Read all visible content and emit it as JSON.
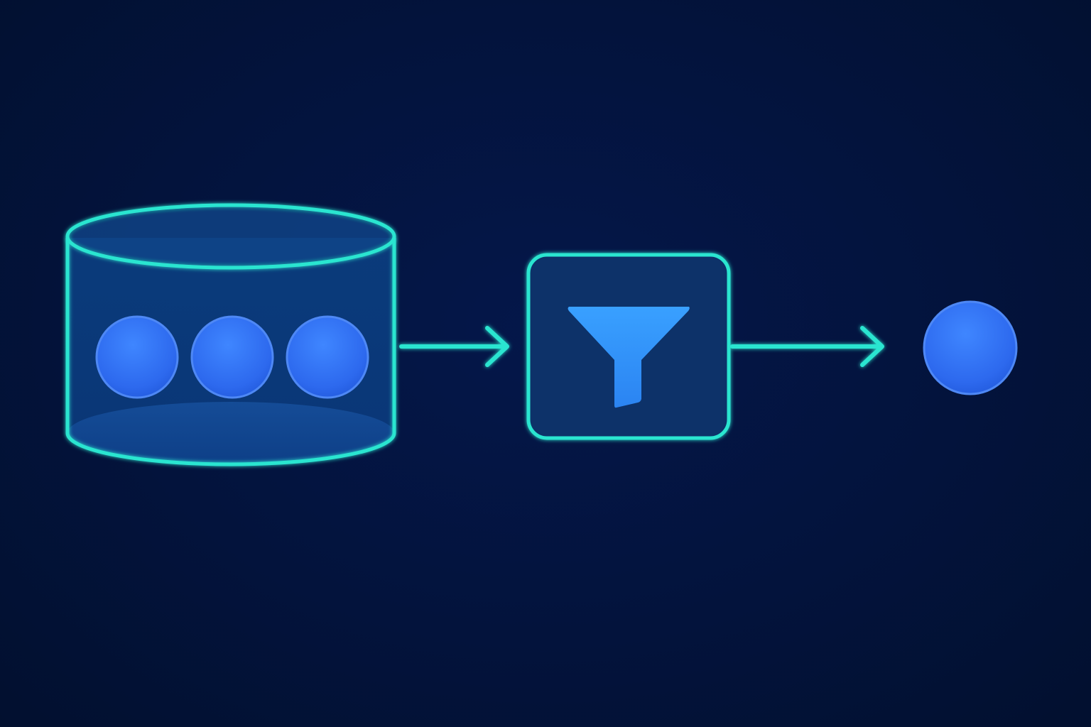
{
  "diagram": {
    "nodes": [
      {
        "id": "database",
        "icon": "database-cylinder-icon",
        "items": 3
      },
      {
        "id": "filter",
        "icon": "funnel-icon"
      },
      {
        "id": "result",
        "icon": "single-item-dot-icon",
        "items": 1
      }
    ],
    "edges": [
      {
        "from": "database",
        "to": "filter",
        "style": "arrow"
      },
      {
        "from": "filter",
        "to": "result",
        "style": "arrow"
      }
    ]
  },
  "colors": {
    "background": "#03133A",
    "outline": "#2CE5D0",
    "container_fill": "#0A3A78",
    "item_fill": "#2F6BF0",
    "item_highlight": "#4A86FF",
    "funnel": "#2F8BF7"
  }
}
